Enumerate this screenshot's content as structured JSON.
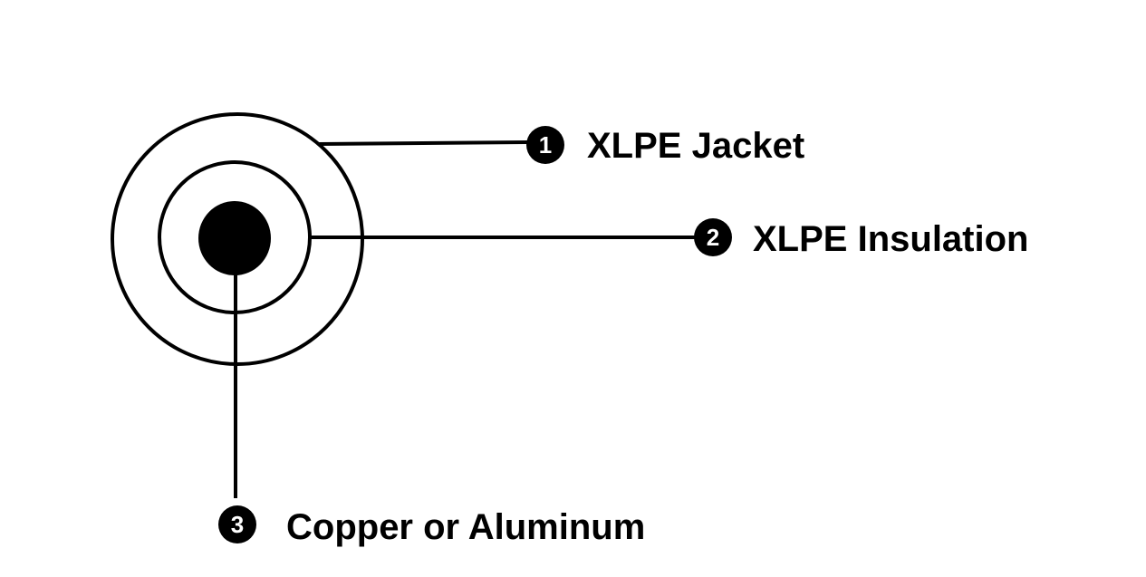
{
  "diagram": {
    "ink_color": "#000000",
    "background_color": "#ffffff",
    "callouts": [
      {
        "number": "1",
        "label": "XLPE Jacket",
        "icon": "number-one-badge-icon"
      },
      {
        "number": "2",
        "label": "XLPE Insulation",
        "icon": "number-two-badge-icon"
      },
      {
        "number": "3",
        "label": "Copper or Aluminum",
        "icon": "number-three-badge-icon"
      }
    ]
  }
}
